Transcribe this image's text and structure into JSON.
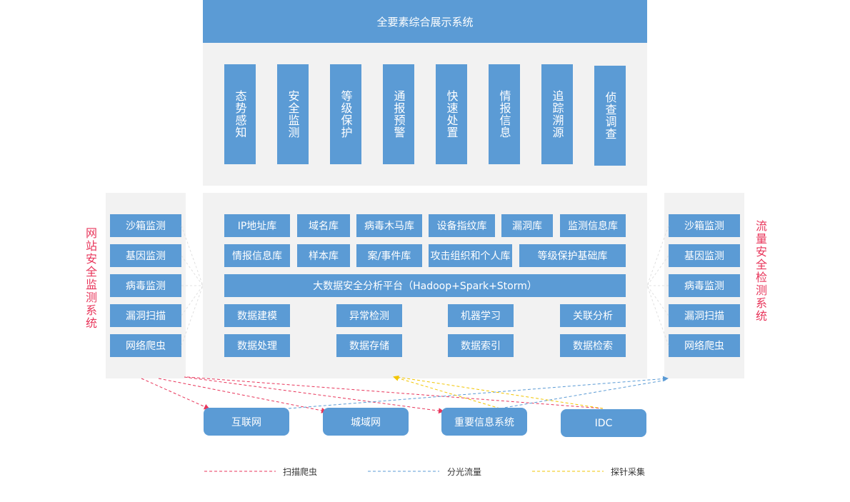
{
  "title": "全要素综合展示系统",
  "top_modules": [
    "态势感知",
    "安全监测",
    "等级保护",
    "通报预警",
    "快速处置",
    "情报信息",
    "追踪溯源",
    "侦查调查"
  ],
  "databases_row1": [
    "IP地址库",
    "域名库",
    "病毒木马库",
    "设备指纹库",
    "漏洞库",
    "监测信息库"
  ],
  "databases_row2": [
    "情报信息库",
    "样本库",
    "案/事件库",
    "攻击组织和个人库",
    "等级保护基础库"
  ],
  "platform": "大数据安全分析平台（Hadoop+Spark+Storm）",
  "analysis_row1": [
    "数据建模",
    "异常检测",
    "机器学习",
    "关联分析"
  ],
  "analysis_row2": [
    "数据处理",
    "数据存储",
    "数据索引",
    "数据检索"
  ],
  "left_system": {
    "label": "网站安全监测系统",
    "items": [
      "沙箱监测",
      "基因监测",
      "病毒监测",
      "漏洞扫描",
      "网络爬虫"
    ]
  },
  "right_system": {
    "label": "流量安全检测系统",
    "items": [
      "沙箱监测",
      "基因监测",
      "病毒监测",
      "漏洞扫描",
      "网络爬虫"
    ]
  },
  "networks": [
    "互联网",
    "城域网",
    "重要信息系统",
    "IDC"
  ],
  "legend": [
    {
      "label": "扫描爬虫",
      "color": "#e8365b"
    },
    {
      "label": "分光流量",
      "color": "#5b9bd5"
    },
    {
      "label": "探针采集",
      "color": "#f2c500"
    }
  ],
  "colors": {
    "accent": "#5b9bd5",
    "panel": "#f2f2f2",
    "red": "#e8365b",
    "yellow": "#f2c500"
  }
}
